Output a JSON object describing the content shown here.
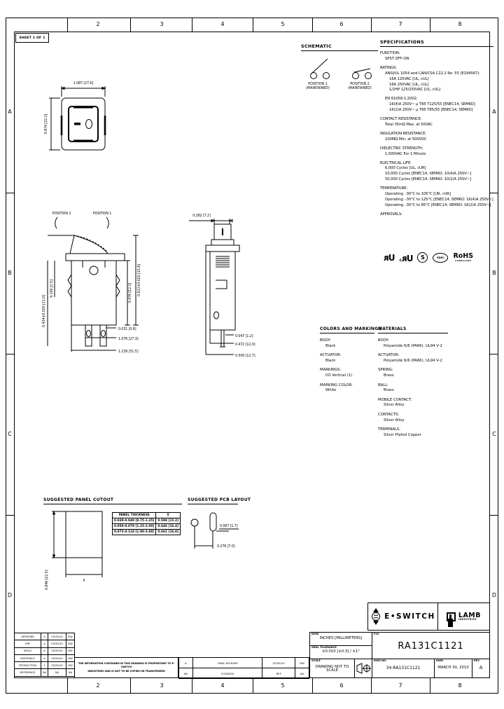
{
  "zones": {
    "cols": [
      "2",
      "3",
      "4",
      "5",
      "6",
      "7",
      "8"
    ],
    "rows": [
      "A",
      "B",
      "C",
      "D"
    ]
  },
  "sheet_label": "SHEET 1 OF 1",
  "front_view": {
    "dim_width": "1.087 [27.6]",
    "dim_height": "0.874 [22.2]"
  },
  "schematic": {
    "title": "SCHEMATIC",
    "position1": "POSITION 1",
    "position1_sub": "(MAINTAINED)",
    "position2": "POSITION 2",
    "position2_sub": "(MAINTAINED)"
  },
  "side_view": {
    "position2": "POSITION 2",
    "position1": "POSITION 1",
    "dim_right_inner": "0.476 [12.1]",
    "dim_right_outer": "0.622±0.020 [15.8]",
    "dim_left_outer": "0.434±0.020 [11.0]",
    "dim_left_inner": "0.100 [2.5]",
    "dim_bottom_1": "0.031 [0.8]",
    "dim_bottom_2": "1.076 [27.3]",
    "dim_bottom_3": "1.239 [31.5]"
  },
  "end_view": {
    "dim_top": "0.282 [7.2]",
    "dim_bottom_1": "0.047 [1.2]",
    "dim_bottom_2": "0.472 [12.0]",
    "dim_bottom_3": "0.500 [12.7]"
  },
  "specifications": {
    "title": "SPECIFICATIONS",
    "function_label": "FUNCTION:",
    "function_value": "SPST OFF-ON",
    "ratings_label": "RATINGS:",
    "ratings_intro": "ANSI/UL 1054 and CAN/CSA C22.2 No. 55 (E194567):",
    "ratings": [
      "16A 125VAC [UL, cUL]",
      "16A 250VAC [UL, cUL]",
      "1/2HP 125/250VAC [UL, cUL]"
    ],
    "en_label": "EN 61058-1:2002:",
    "en_ratings": [
      "16(4)A 250V~ µ T85 T125/55 [ENEC14, SEMKO]",
      "16(2)A 250V~ µ T85 T85/55 [ENEC14, SEMKO]"
    ],
    "contact_resistance_label": "CONTACT RESISTANCE:",
    "contact_resistance": "Total 35mΩ Max. at 50VAC",
    "insulation_label": "INSULATION RESISTANCE:",
    "insulation": "100MΩ Min. at 500VDC",
    "dielectric_label": "DIELECTRIC STRENGTH:",
    "dielectric": "1,500VAC For 1 Minute",
    "life_label": "ELECTRICAL LIFE:",
    "life": [
      "6,000 Cycles [UL, cUR]",
      "10,000 Cycles [ENEC14, SEMKO: 10(4)A 250V~]",
      "50,000 Cycles [ENEC14, SEMKO: 10(2)A 250V~]"
    ],
    "temperature_label": "TEMPERATURE:",
    "temperature": [
      "Operating: -30°C to 105°C [UR, cUR]",
      "Operating: -30°C to 125°C [ENEC14, SEMKO: 16(4)A 250V~]",
      "Operating: -30°C to 85°C [ENEC14, SEMKO: 16(2)A 250V~]"
    ],
    "approvals_label": "APPROVALS:",
    "marks": {
      "ul": "ᴙU",
      "cul_prefix": "c",
      "cul": "ᴙU",
      "semko": "S",
      "enec": "ENEC",
      "rohs": "RoHS",
      "rohs_sub": "COMPLIANT"
    }
  },
  "colors": {
    "title": "COLORS AND MARKINGS",
    "items": [
      {
        "label": "BODY:",
        "value": "Black"
      },
      {
        "label": "ACTUATOR:",
        "value": "Black"
      },
      {
        "label": "MARKINGS:",
        "value": "I/O Vertical (1)"
      },
      {
        "label": "MARKING COLOR:",
        "value": "White"
      }
    ]
  },
  "materials": {
    "title": "MATERIALS",
    "items": [
      {
        "label": "BODY:",
        "value": "Polyamide 6/6 (PA66), UL94 V-2"
      },
      {
        "label": "ACTUATOR:",
        "value": "Polyamide 6/6 (PA66), UL94 V-2"
      },
      {
        "label": "SPRING:",
        "value": "Brass"
      },
      {
        "label": "BALL:",
        "value": "Brass"
      },
      {
        "label": "MOBILE CONTACT:",
        "value": "Silver Alloy"
      },
      {
        "label": "CONTACTS:",
        "value": "Silver Alloy"
      },
      {
        "label": "TERMINALS:",
        "value": "Silver Plated Copper"
      }
    ]
  },
  "panel_cutout": {
    "title": "SUGGESTED PANEL CUTOUT",
    "dim_height": "0.846 [21.5]",
    "x_label": "X",
    "table": {
      "col1": "PANEL THICKNESS",
      "col2": "X",
      "rows": [
        [
          "0.030-0.049 [0.75-1.25]",
          "0.598 [15.2]"
        ],
        [
          "0.050-0.079 [1.25-2.00]",
          "0.646 [16.4]"
        ],
        [
          "0.075-0.118 [1.90-3.00]",
          "0.661 [16.8]"
        ]
      ]
    }
  },
  "pcb_layout": {
    "title": "SUGGESTED PCB LAYOUT",
    "dim_1": "0.067 [1.7]",
    "dim_2": "0.276 [7.0]"
  },
  "logos": {
    "eswitch": "E•SWITCH",
    "lamb": "LAMB",
    "lamb_sub": "INDUSTRIES"
  },
  "title_block": {
    "dims_label": "DIMS",
    "dims_value": "INCHES [MILLIMETERS]",
    "tol_label": "GENL TOLERANCE",
    "tol_value": "±0.010 [±0.3] / ±1°",
    "pn_label": "P/N",
    "pn_value": "RA131C1121",
    "scale_label": "SCALE",
    "scale_value": "DRAWING NOT TO SCALE",
    "dwg_label": "DWG NO.",
    "dwg_value": "34-RA131C1121",
    "date_label": "DWN",
    "date_value": "MARCH 30, 2010",
    "rev_label": "REV",
    "rev_value": "A"
  },
  "approval_table": {
    "rows": [
      [
        "ARTWORK",
        "A",
        "03/30/10",
        "DW"
      ],
      [
        "IMP",
        "A",
        "03/30/10",
        "DW"
      ],
      [
        "MOLD",
        "A",
        "03/30/10",
        "DW"
      ],
      [
        "MATERIALS",
        "A",
        "03/30/10",
        "DW"
      ],
      [
        "PRODUCTION",
        "1",
        "03/30/10",
        "DW"
      ],
      [
        "REFERENCE",
        "NA",
        "NA",
        "NA"
      ]
    ]
  },
  "revision_strip": {
    "rows": [
      [
        "A",
        "FINAL RELEASE",
        "03/30/10",
        "DW"
      ],
      [
        "NA",
        "ECN/DCN",
        "REF",
        "NA"
      ]
    ]
  },
  "note": {
    "line1": "THE INFORMATION CONTAINED IN THIS DRAWING IS PROPRIETARY TO E-SWITCH",
    "line2": "INDUSTRIES AND IS NOT TO BE COPIED OR TRANSFERRED",
    "rev": "A",
    "na": "NA"
  }
}
